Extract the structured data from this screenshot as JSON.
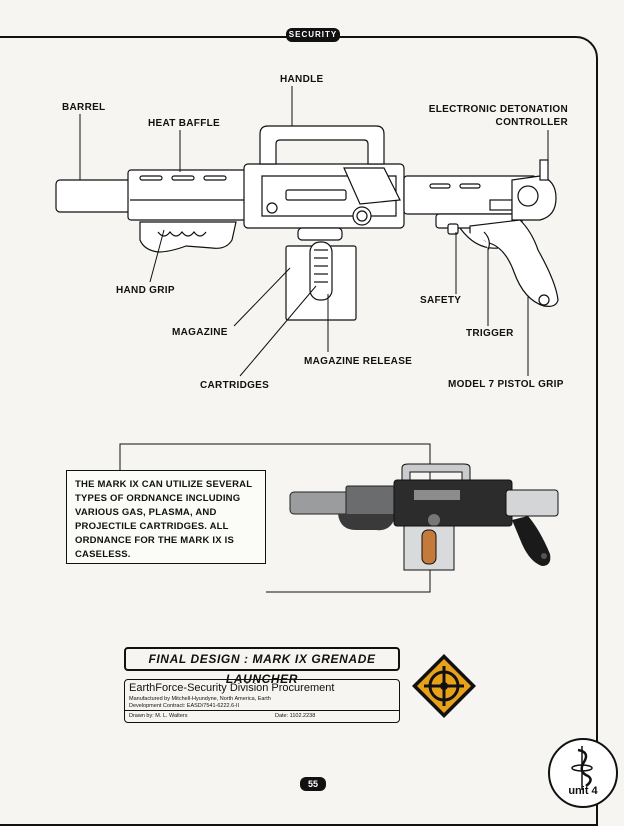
{
  "header": {
    "section": "SECURITY"
  },
  "diagram": {
    "callouts": {
      "barrel": "BARREL",
      "heat_baffle": "HEAT BAFFLE",
      "handle": "HANDLE",
      "detonation_controller": "ELECTRONIC DETONATION CONTROLLER",
      "hand_grip": "HAND GRIP",
      "magazine": "MAGAZINE",
      "cartridges": "CARTRIDGES",
      "magazine_release": "MAGAZINE RELEASE",
      "safety": "SAFETY",
      "trigger": "TRIGGER",
      "pistol_grip": "MODEL 7 PISTOL GRIP"
    }
  },
  "description": "THE MARK IX CAN UTILIZE SEVERAL TYPES OF ORDNANCE INCLUDING VARIOUS GAS, PLASMA, AND PROJECTILE CARTRIDGES. ALL ORDNANCE FOR THE MARK IX IS CASELESS.",
  "title_plate": "FINAL DESIGN : MARK IX GRENADE LAUNCHER",
  "procurement": {
    "title": "EarthForce-Security Division Procurement",
    "manufacturer": "Manufactured by Mitchell-Hyundyne, North America, Earth",
    "contract": "Development Contract: EASD/7541-6222.6-II",
    "drawn_by": "Drawn by: M. L. Walters",
    "date": "Date: 1102.2238"
  },
  "emblem": {
    "icon": "crosshair-emblem-icon",
    "color": "#e8a21a"
  },
  "page_number": "55",
  "unit_badge": {
    "icon": "unit-emblem-icon",
    "label": "unit 4"
  }
}
